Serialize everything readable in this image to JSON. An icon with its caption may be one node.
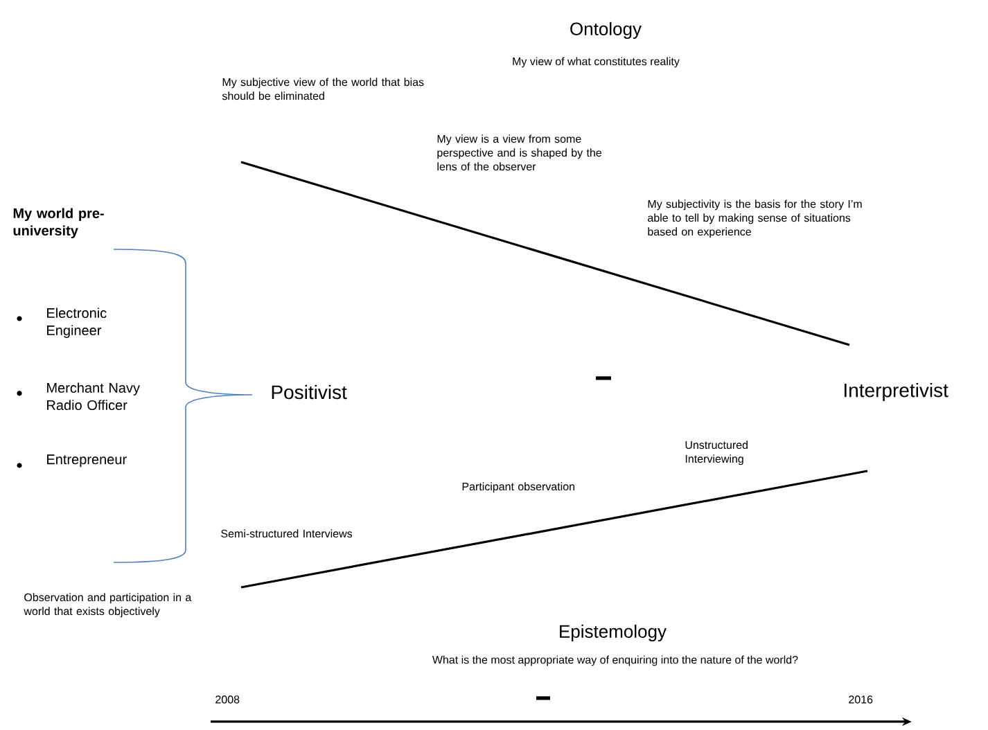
{
  "diagram": {
    "labels": [
      "Ontology",
      "My view of what constitutes reality",
      "My subjective view of the world that bias should be eliminated",
      "My view is a view from some perspective and is shaped by the lens of the observer",
      "My subjectivity is the basis for the story I’m able to tell by making sense of situations based on experience",
      "My world pre-university",
      "Electronic Engineer",
      "Merchant Navy Radio Officer",
      "Entrepreneur",
      "Positivist",
      "Interpretivist",
      "Unstructured Interviewing",
      "Participant observation",
      "Semi-structured Interviews",
      "Observation and participation in a world that exists objectively",
      "Epistemology",
      "What is the most appropriate way of enquiring into the nature of the world?",
      "2008",
      "2016"
    ]
  }
}
